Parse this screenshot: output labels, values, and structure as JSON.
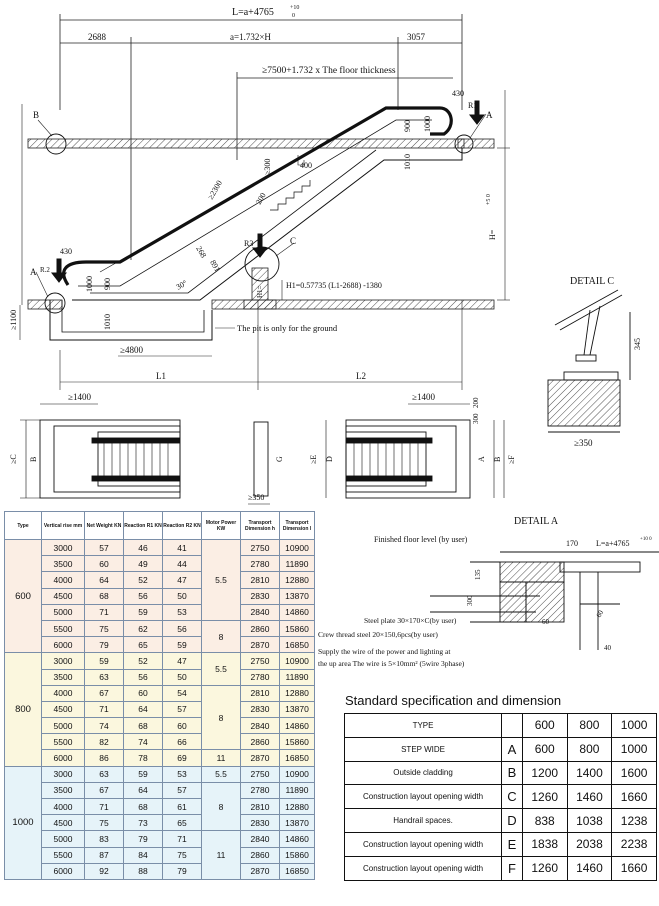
{
  "drawing": {
    "total_length": "L=a+4765",
    "total_length_tol_top": "+10",
    "total_length_tol_bottom": "0",
    "left_dim": "2688",
    "mid_dim": "a=1.732×H",
    "right_dim": "3057",
    "floor_thickness": "≥7500+1.732 x The floor thickness",
    "dim_430_top": "430",
    "dim_900": "900",
    "dim_1000": "1000",
    "dim_1010_top": "1010",
    "dim_2300": "≥2300",
    "dim_300": "≥300",
    "dim_400": "400",
    "dim_200": "200",
    "dim_H": "H=",
    "dim_H_tol": "+5 0",
    "dim_430_bot": "430",
    "dim_1000_bot": "1000",
    "dim_900_bot": "900",
    "dim_1010_bot": "1010",
    "dim_1100": "≥1100",
    "dim_268": "268",
    "dim_891": "891",
    "angle": "30°",
    "h1_formula": "H1=0.57735 (L1-2688) -1380",
    "h1_label": "H1=",
    "pit_note": "The pit is only for the ground",
    "dim_4800": "≥4800",
    "label_A_right": "A",
    "label_B": "B",
    "label_C": "C",
    "label_A_left": "A",
    "R1": "R1",
    "R2": "R.2",
    "R3": "R3",
    "L1": "L1",
    "L2": "L2",
    "plan_1400_left": "≥1400",
    "plan_1400_right": "≥1400",
    "plan_C_left": "≥C",
    "plan_B_left": "B",
    "plan_G": "G",
    "plan_D": "D",
    "plan_E": "≥E",
    "plan_A": "A",
    "plan_B_right": "B",
    "plan_F": "≥F",
    "plan_300": "300",
    "plan_200": "200",
    "plan_350": "≥350",
    "detail_c_title": "DETAIL C",
    "detail_c_345": "345",
    "detail_c_350": "≥350",
    "detail_a_title": "DETAIL A",
    "detail_a_finished": "Finished floor level (by user)",
    "detail_a_170": "170",
    "detail_a_L": "L=a+4765",
    "detail_a_L_tol": "+10 0",
    "detail_a_135": "135",
    "detail_a_300": "300",
    "detail_a_60": "60",
    "detail_a_40": "40",
    "detail_a_steel": "Steel plate 30×170×C(by user)",
    "detail_a_crew": "Crew thread steel 20×150,6pcs(by user)",
    "detail_a_supply1": "Supply the wire of the power and lighting at",
    "detail_a_supply2": "the up area The wire is 5×10mm² (5wire 3phase)"
  },
  "type_table": {
    "headers": [
      "Type",
      "Vertical rise mm",
      "Net Weight KN",
      "Reaction R1 KN",
      "Reaction R2 KN",
      "Motor Power KW",
      "Transport Dimension h",
      "Transport Dimension l"
    ],
    "groups": [
      {
        "type": "600",
        "rows": [
          [
            "3000",
            "57",
            "46",
            "41",
            "2750",
            "10900"
          ],
          [
            "3500",
            "60",
            "49",
            "44",
            "2780",
            "11890"
          ],
          [
            "4000",
            "64",
            "52",
            "47",
            "2810",
            "12880"
          ],
          [
            "4500",
            "68",
            "56",
            "50",
            "2830",
            "13870"
          ],
          [
            "5000",
            "71",
            "59",
            "53",
            "2840",
            "14860"
          ],
          [
            "5500",
            "75",
            "62",
            "56",
            "2860",
            "15860"
          ],
          [
            "6000",
            "79",
            "65",
            "59",
            "2870",
            "16850"
          ]
        ],
        "motor": [
          {
            "value": "5.5",
            "span": 5
          },
          {
            "value": "8",
            "span": 2
          }
        ]
      },
      {
        "type": "800",
        "rows": [
          [
            "3000",
            "59",
            "52",
            "47",
            "2750",
            "10900"
          ],
          [
            "3500",
            "63",
            "56",
            "50",
            "2780",
            "11890"
          ],
          [
            "4000",
            "67",
            "60",
            "54",
            "2810",
            "12880"
          ],
          [
            "4500",
            "71",
            "64",
            "57",
            "2830",
            "13870"
          ],
          [
            "5000",
            "74",
            "68",
            "60",
            "2840",
            "14860"
          ],
          [
            "5500",
            "82",
            "74",
            "66",
            "2860",
            "15860"
          ],
          [
            "6000",
            "86",
            "78",
            "69",
            "2870",
            "16850"
          ]
        ],
        "motor": [
          {
            "value": "5.5",
            "span": 2
          },
          {
            "value": "8",
            "span": 4
          },
          {
            "value": "11",
            "span": 1
          }
        ]
      },
      {
        "type": "1000",
        "rows": [
          [
            "3000",
            "63",
            "59",
            "53",
            "2750",
            "10900"
          ],
          [
            "3500",
            "67",
            "64",
            "57",
            "2780",
            "11890"
          ],
          [
            "4000",
            "71",
            "68",
            "61",
            "2810",
            "12880"
          ],
          [
            "4500",
            "75",
            "73",
            "65",
            "2830",
            "13870"
          ],
          [
            "5000",
            "83",
            "79",
            "71",
            "2840",
            "14860"
          ],
          [
            "5500",
            "87",
            "84",
            "75",
            "2860",
            "15860"
          ],
          [
            "6000",
            "92",
            "88",
            "79",
            "2870",
            "16850"
          ]
        ],
        "motor": [
          {
            "value": "5.5",
            "span": 1
          },
          {
            "value": "8",
            "span": 3
          },
          {
            "value": "11",
            "span": 3
          }
        ]
      }
    ]
  },
  "spec": {
    "title": "Standard specification and dimension",
    "rows": [
      {
        "label": "TYPE",
        "letter": "",
        "values": [
          "600",
          "800",
          "1000"
        ]
      },
      {
        "label": "STEP WIDE",
        "letter": "A",
        "values": [
          "600",
          "800",
          "1000"
        ]
      },
      {
        "label": "Outside cladding",
        "letter": "B",
        "values": [
          "1200",
          "1400",
          "1600"
        ]
      },
      {
        "label": "Construction layout opening width",
        "letter": "C",
        "values": [
          "1260",
          "1460",
          "1660"
        ]
      },
      {
        "label": "Handrail spaces.",
        "letter": "D",
        "values": [
          "838",
          "1038",
          "1238"
        ]
      },
      {
        "label": "Construction layout opening width",
        "letter": "E",
        "values": [
          "1838",
          "2038",
          "2238"
        ]
      },
      {
        "label": "Construction layout opening width",
        "letter": "F",
        "values": [
          "1260",
          "1460",
          "1660"
        ]
      }
    ]
  }
}
